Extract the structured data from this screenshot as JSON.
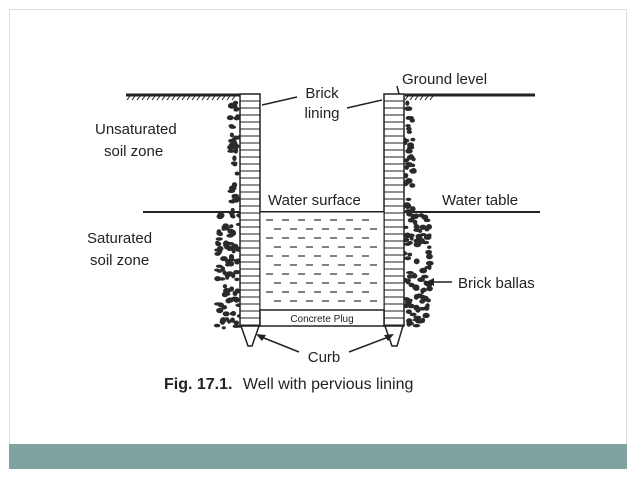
{
  "figure": {
    "labels": {
      "brick_lining_1": "Brick",
      "brick_lining_2": "lining",
      "ground_level": "Ground level",
      "unsaturated_1": "Unsaturated",
      "unsaturated_2": "soil zone",
      "water_surface": "Water surface",
      "water_table": "Water table",
      "saturated_1": "Saturated",
      "saturated_2": "soil zone",
      "brick_ballas": "Brick ballas",
      "concrete_plug": "Concrete Plug",
      "curb": "Curb"
    },
    "caption_num": "Fig. 17.1.",
    "caption_text": "Well with pervious lining"
  },
  "colors": {
    "line": "#222222",
    "water_dash": "#555555",
    "footer": "#7fa3a1"
  }
}
